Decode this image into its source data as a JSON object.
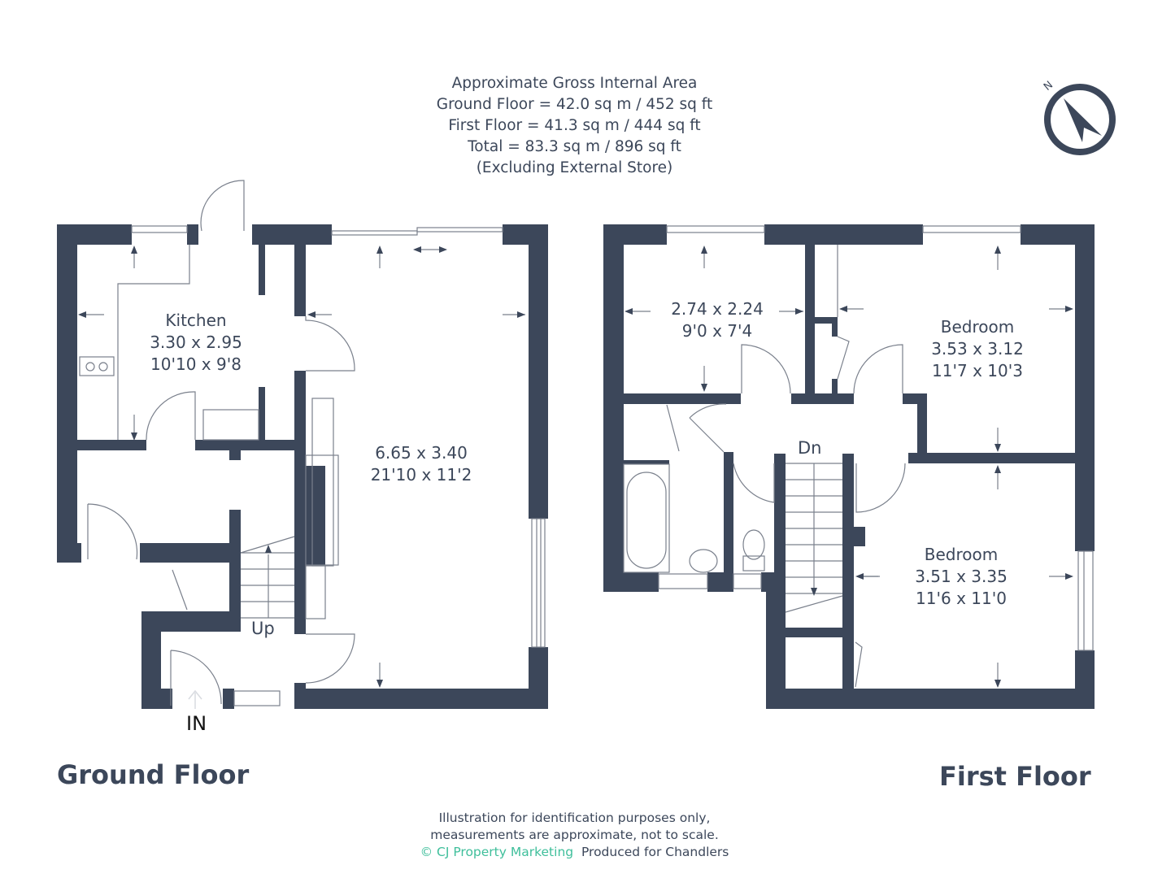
{
  "header": {
    "line1": "Approximate Gross Internal Area",
    "line2": "Ground Floor = 42.0 sq m / 452 sq ft",
    "line3": "First Floor = 41.3 sq m / 444 sq ft",
    "line4": "Total = 83.3 sq m / 896 sq ft",
    "line5": "(Excluding External Store)"
  },
  "compass": {
    "label": "N",
    "icon": "north-arrow-icon"
  },
  "colors": {
    "wall": "#3c475a",
    "line": "#7a808c",
    "brand": "#3fbf9b",
    "text": "#3c475a"
  },
  "ground_floor": {
    "title": "Ground Floor",
    "rooms": [
      {
        "name": "Kitchen",
        "metric": "3.30 x 2.95",
        "imperial": "10'10 x 9'8"
      },
      {
        "name": "",
        "metric": "6.65 x 3.40",
        "imperial": "21'10 x 11'2"
      }
    ],
    "stairs_label": "Up",
    "entrance_label": "IN"
  },
  "first_floor": {
    "title": "First Floor",
    "rooms": [
      {
        "name": "",
        "metric": "2.74 x 2.24",
        "imperial": "9'0 x 7'4"
      },
      {
        "name": "Bedroom",
        "metric": "3.53 x 3.12",
        "imperial": "11'7 x 10'3"
      },
      {
        "name": "Bedroom",
        "metric": "3.51 x 3.35",
        "imperial": "11'6 x 11'0"
      }
    ],
    "stairs_label": "Dn"
  },
  "footer": {
    "line1": "Illustration for identification purposes only,",
    "line2": "measurements are approximate, not to scale.",
    "brand": "© CJ Property Marketing",
    "produced_for": "Produced for Chandlers"
  }
}
